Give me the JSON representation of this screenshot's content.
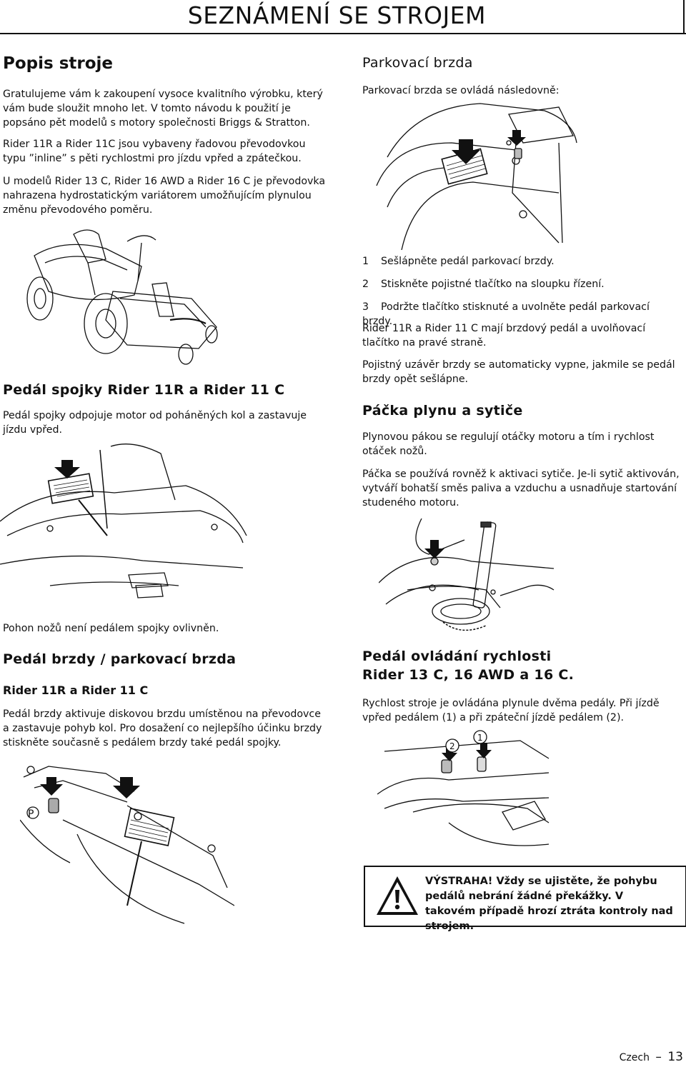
{
  "header": {
    "title": "SEZNÁMENÍ SE STROJEM"
  },
  "left": {
    "popis": {
      "heading": "Popis stroje",
      "p1": "Gratulujeme vám k zakoupení vysoce kvalitního výrobku, který vám bude sloužit mnoho let. V tomto návodu k použití je popsáno pět modelů s motory společnosti Briggs & Stratton.",
      "p2": "Rider 11R a Rider 11C jsou vybaveny řadovou převodovkou typu ”inline” s pěti rychlostmi pro jízdu vpřed a zpátečkou.",
      "p3": "U modelů Rider 13 C, Rider 16 AWD a Rider 16 C je převodovka nahrazena hydrostatickým variátorem umožňujícím plynulou změnu převodového poměru."
    },
    "spojka": {
      "heading": "Pedál spojky Rider 11R a Rider 11 C",
      "p1": "Pedál spojky odpojuje motor od poháněných kol a zastavuje jízdu vpřed.",
      "note": "Pohon nožů není pedálem spojky ovlivněn."
    },
    "brzda": {
      "heading": "Pedál brzdy / parkovací brzda",
      "subheading": "Rider 11R a Rider 11 C",
      "p1": "Pedál brzdy aktivuje diskovou brzdu umístěnou na převodovce a zastavuje pohyb kol. Pro dosažení co nejlepšího účinku brzdy stiskněte současně s pedálem brzdy také pedál spojky."
    }
  },
  "right": {
    "parkovaci": {
      "heading": "Parkovací brzda",
      "intro": "Parkovací brzda se ovládá následovně:",
      "steps": [
        {
          "n": "1",
          "text": "Sešlápněte pedál parkovací brzdy."
        },
        {
          "n": "2",
          "text": "Stiskněte pojistné tlačítko na sloupku řízení."
        },
        {
          "n": "3",
          "text": "Podržte tlačítko stisknuté a uvolněte pedál parkovací brzdy."
        }
      ],
      "p1": "Rider 11R a Rider 11 C mají brzdový pedál a uvolňovací tlačítko na pravé straně.",
      "p2": "Pojistný uzávěr brzdy se automaticky vypne, jakmile se pedál brzdy opět sešlápne."
    },
    "plyn": {
      "heading": "Páčka plynu a sytiče",
      "p1": "Plynovou pákou se regulují otáčky motoru a tím i rychlost otáček nožů.",
      "p2": "Páčka se používá rovněž k aktivaci sytiče. Je-li sytič aktivován, vytváří bohatší směs paliva a vzduchu a usnadňuje startování studeného motoru."
    },
    "rychlost": {
      "heading_line1": "Pedál ovládání rychlosti",
      "heading_line2": "Rider 13 C, 16 AWD a 16 C.",
      "p1": "Rychlost stroje je ovládána plynule dvěma pedály. Při jízdě vpřed pedálem (1) a při zpáteční jízdě pedálem (2).",
      "callout1": "1",
      "callout2": "2"
    },
    "warning": {
      "text": "VÝSTRAHA! Vždy se ujistěte, že pohybu pedálů nebrání žádné překážky. V takovém případě hrozí ztráta kontroly nad strojem."
    }
  },
  "brake_figure": {
    "p_label": "P"
  },
  "footer": {
    "language": "Czech",
    "dash": "–",
    "page_number": "13"
  }
}
